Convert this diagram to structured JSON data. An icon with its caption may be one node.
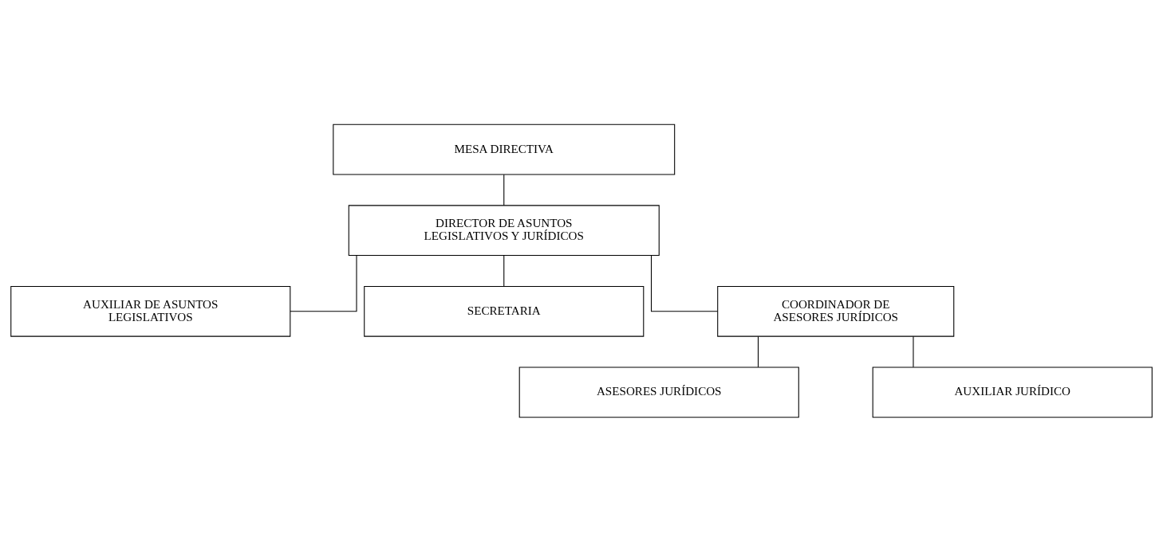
{
  "diagram": {
    "nodes": [
      {
        "text": [
          "MESA DIRECTIVA"
        ]
      },
      {
        "text": [
          "DIRECTOR DE ASUNTOS LEGISLATIVOS Y JURÍDICOS"
        ]
      },
      {
        "text": [
          "AUXILIAR DE ASUNTOS LEGISLATIVOS"
        ]
      },
      {
        "text": [
          "SECRETARIA"
        ]
      },
      {
        "text": [
          "COORDINADOR DE ASESORES JURÍDICOS"
        ]
      },
      {
        "text": [
          "ASESORES JURÍDICOS"
        ]
      },
      {
        "text": [
          "AUXILIAR JURÍDICO"
        ]
      }
    ],
    "edges": [
      {
        "from": 0,
        "to": 1,
        "arrow": "none"
      },
      {
        "from": 1,
        "to": 2,
        "arrow": "none"
      },
      {
        "from": 1,
        "to": 3,
        "arrow": "none"
      },
      {
        "from": 1,
        "to": 4,
        "arrow": "none"
      },
      {
        "from": 4,
        "to": 5,
        "arrow": "none"
      },
      {
        "from": 4,
        "to": 6,
        "arrow": "none"
      }
    ]
  }
}
